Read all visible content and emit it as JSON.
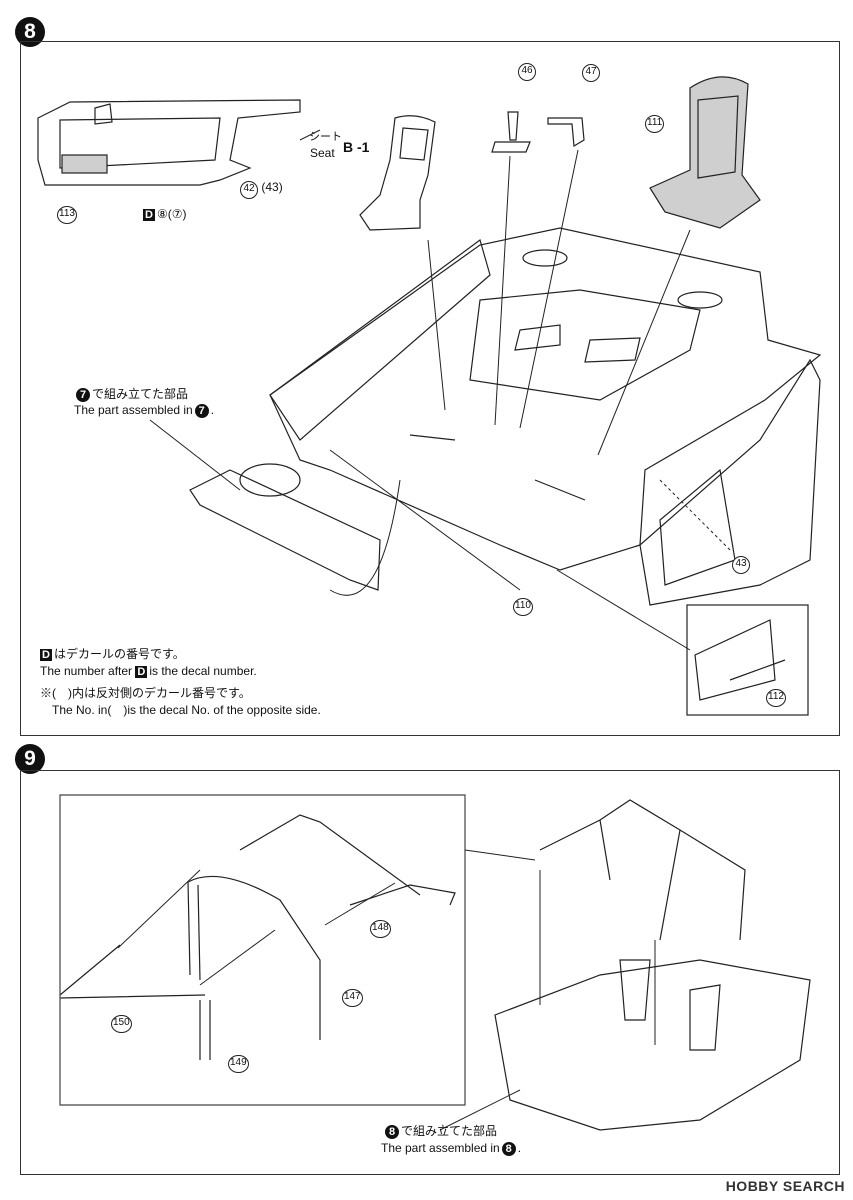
{
  "step8": {
    "badge": "8",
    "seat_label_jp": "シート",
    "seat_label_en": "Seat",
    "seat_part": "B -1",
    "parts": {
      "p46": "46",
      "p47": "47",
      "p111": "111",
      "p113": "113",
      "p42": "42",
      "p43_paren": "(43)",
      "p43": "43",
      "p110": "110",
      "p112": "112"
    },
    "decal_ref": {
      "d": "D",
      "text": "⑧(⑦)"
    },
    "assembled_note_jp": "で組み立てた部品",
    "assembled_note_en": "The part assembled in",
    "assembled_step": "7",
    "notes": {
      "d_jp": "はデカールの番号です。",
      "d_en_before": "The number after",
      "d_en_after": "is the decal number.",
      "paren_jp": "※(　)内は反対側のデカール番号です。",
      "paren_en": "The No. in(　)is the decal No. of the opposite side.",
      "d_letter": "D"
    }
  },
  "step9": {
    "badge": "9",
    "parts": {
      "p148": "148",
      "p147": "147",
      "p150": "150",
      "p149": "149"
    },
    "assembled_note_jp": "で組み立てた部品",
    "assembled_note_en": "The part assembled in",
    "assembled_step": "8"
  },
  "watermark": "HOBBY SEARCH"
}
